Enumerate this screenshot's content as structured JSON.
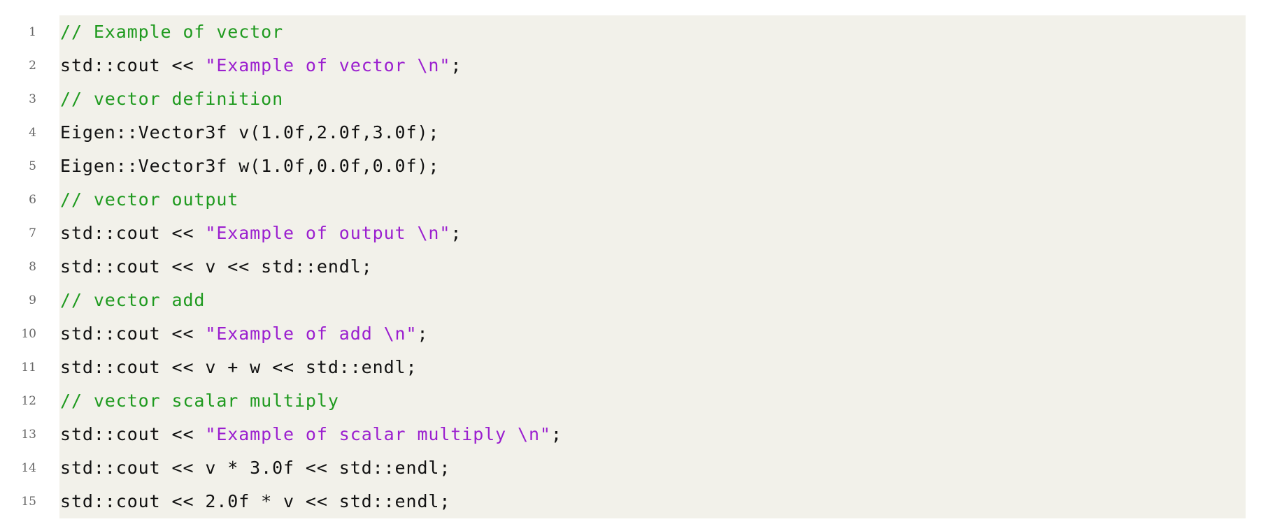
{
  "listing": {
    "lines": [
      {
        "number": "1",
        "tokens": [
          {
            "type": "comment",
            "text": "// Example of vector"
          }
        ]
      },
      {
        "number": "2",
        "tokens": [
          {
            "type": "plain",
            "text": "std::cout << "
          },
          {
            "type": "string",
            "text": "\"Example of vector \\n\""
          },
          {
            "type": "plain",
            "text": ";"
          }
        ]
      },
      {
        "number": "3",
        "tokens": [
          {
            "type": "comment",
            "text": "// vector definition"
          }
        ]
      },
      {
        "number": "4",
        "tokens": [
          {
            "type": "plain",
            "text": "Eigen::Vector3f v(1.0f,2.0f,3.0f);"
          }
        ]
      },
      {
        "number": "5",
        "tokens": [
          {
            "type": "plain",
            "text": "Eigen::Vector3f w(1.0f,0.0f,0.0f);"
          }
        ]
      },
      {
        "number": "6",
        "tokens": [
          {
            "type": "comment",
            "text": "// vector output"
          }
        ]
      },
      {
        "number": "7",
        "tokens": [
          {
            "type": "plain",
            "text": "std::cout << "
          },
          {
            "type": "string",
            "text": "\"Example of output \\n\""
          },
          {
            "type": "plain",
            "text": ";"
          }
        ]
      },
      {
        "number": "8",
        "tokens": [
          {
            "type": "plain",
            "text": "std::cout << v << std::endl;"
          }
        ]
      },
      {
        "number": "9",
        "tokens": [
          {
            "type": "comment",
            "text": "// vector add"
          }
        ]
      },
      {
        "number": "10",
        "tokens": [
          {
            "type": "plain",
            "text": "std::cout << "
          },
          {
            "type": "string",
            "text": "\"Example of add \\n\""
          },
          {
            "type": "plain",
            "text": ";"
          }
        ]
      },
      {
        "number": "11",
        "tokens": [
          {
            "type": "plain",
            "text": "std::cout << v + w << std::endl;"
          }
        ]
      },
      {
        "number": "12",
        "tokens": [
          {
            "type": "comment",
            "text": "// vector scalar multiply"
          }
        ]
      },
      {
        "number": "13",
        "tokens": [
          {
            "type": "plain",
            "text": "std::cout << "
          },
          {
            "type": "string",
            "text": "\"Example of scalar multiply \\n\""
          },
          {
            "type": "plain",
            "text": ";"
          }
        ]
      },
      {
        "number": "14",
        "tokens": [
          {
            "type": "plain",
            "text": "std::cout << v * 3.0f << std::endl;"
          }
        ]
      },
      {
        "number": "15",
        "tokens": [
          {
            "type": "plain",
            "text": "std::cout << 2.0f * v << std::endl;"
          }
        ]
      }
    ]
  },
  "colors": {
    "background": "#ffffff",
    "code_background": "#f2f1ea",
    "comment": "#1f9a1f",
    "string": "#9b1fcf",
    "plain": "#111111",
    "line_number": "#666666"
  }
}
